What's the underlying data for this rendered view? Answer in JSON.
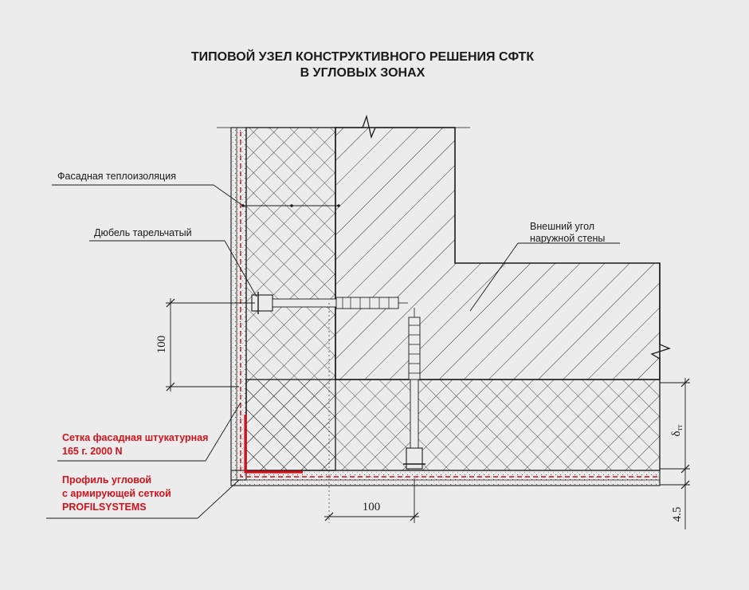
{
  "title": {
    "line1": "ТИПОВОЙ УЗЕЛ КОНСТРУКТИВНОГО РЕШЕНИЯ СФТК",
    "line2": "В УГЛОВЫХ ЗОНАХ"
  },
  "labels": {
    "insulation": "Фасадная теплоизоляция",
    "dowel": "Дюбель тарельчатый",
    "corner_line1": "Внешний угол",
    "corner_line2": "наружной стены",
    "mesh_line1": "Сетка фасадная штукатурная",
    "mesh_line2": "165 г. 2000 N",
    "profile_line1": "Профиль угловой",
    "profile_line2": "с армирующей сеткой",
    "profile_line3": "PROFILSYSTEMS"
  },
  "dimensions": {
    "vertical": "100",
    "horizontal": "100",
    "thickness_main": "δ",
    "thickness_sub": "тт",
    "plaster": "4.5"
  },
  "colors": {
    "background": "#ececec",
    "line": "#1a1a1a",
    "accent": "#d0121b"
  }
}
